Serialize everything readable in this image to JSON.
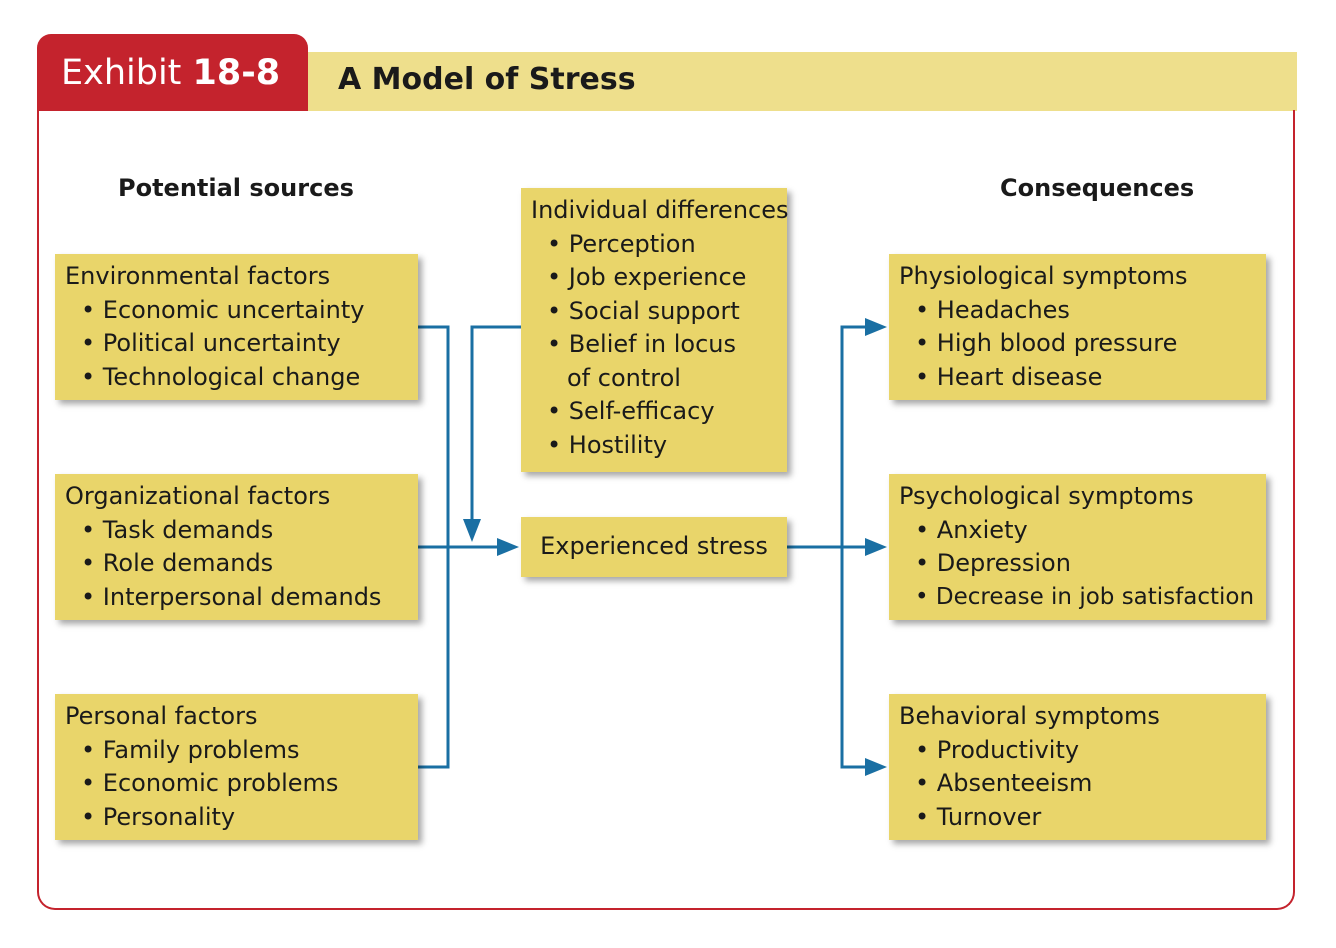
{
  "exhibit": {
    "prefix": "Exhibit",
    "number": "18-8"
  },
  "title": "A Model of Stress",
  "headers": {
    "sources": "Potential sources",
    "consequences": "Consequences"
  },
  "sources": [
    {
      "heading": "Environmental factors",
      "items": [
        "Economic uncertainty",
        "Political uncertainty",
        "Technological change"
      ]
    },
    {
      "heading": "Organizational factors",
      "items": [
        "Task demands",
        "Role demands",
        "Interpersonal demands"
      ]
    },
    {
      "heading": "Personal factors",
      "items": [
        "Family problems",
        "Economic problems",
        "Personality"
      ]
    }
  ],
  "individual_differences": {
    "heading": "Individual differences",
    "items": [
      "Perception",
      "Job experience",
      "Social support",
      "Belief in locus",
      "Self-efficacy",
      "Hostility"
    ],
    "locus_continuation": "of control"
  },
  "experienced_stress": "Experienced stress",
  "consequences": [
    {
      "heading": "Physiological symptoms",
      "items": [
        "Headaches",
        "High blood pressure",
        "Heart disease"
      ]
    },
    {
      "heading": "Psychological symptoms",
      "items": [
        "Anxiety",
        "Depression",
        "Decrease in job satisfaction"
      ]
    },
    {
      "heading": "Behavioral symptoms",
      "items": [
        "Productivity",
        "Absenteeism",
        "Turnover"
      ]
    }
  ],
  "colors": {
    "accent_red": "#c4232d",
    "title_bar": "#eedf8c",
    "box_fill": "#e9d56a",
    "connector_blue": "#1a6fa3"
  }
}
